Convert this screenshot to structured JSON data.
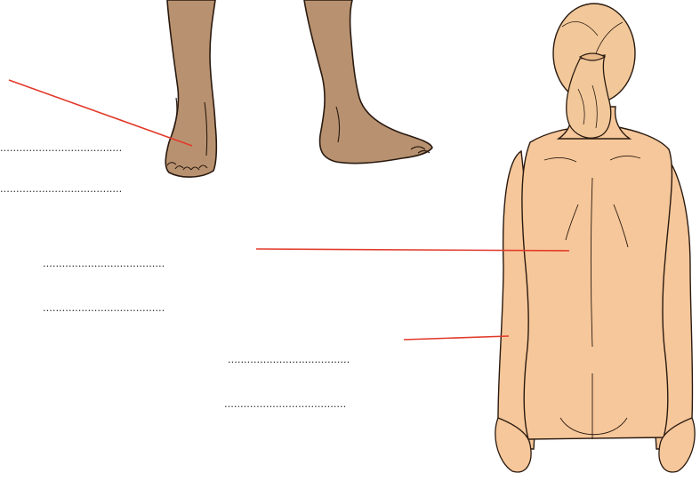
{
  "worksheet": {
    "answer_line_text": "......................................",
    "answer_lines": [
      {
        "id": "ankle-line-1"
      },
      {
        "id": "ankle-line-2"
      },
      {
        "id": "back-line-1"
      },
      {
        "id": "back-line-2"
      },
      {
        "id": "elbow-line-1"
      },
      {
        "id": "elbow-line-2"
      }
    ],
    "colors": {
      "skin_dark": "#b89270",
      "skin_light": "#f6c79a",
      "hair": "#f2c89a",
      "outline": "#2a1a10",
      "pointer": "#e23a2a",
      "dots": "#333333"
    }
  }
}
